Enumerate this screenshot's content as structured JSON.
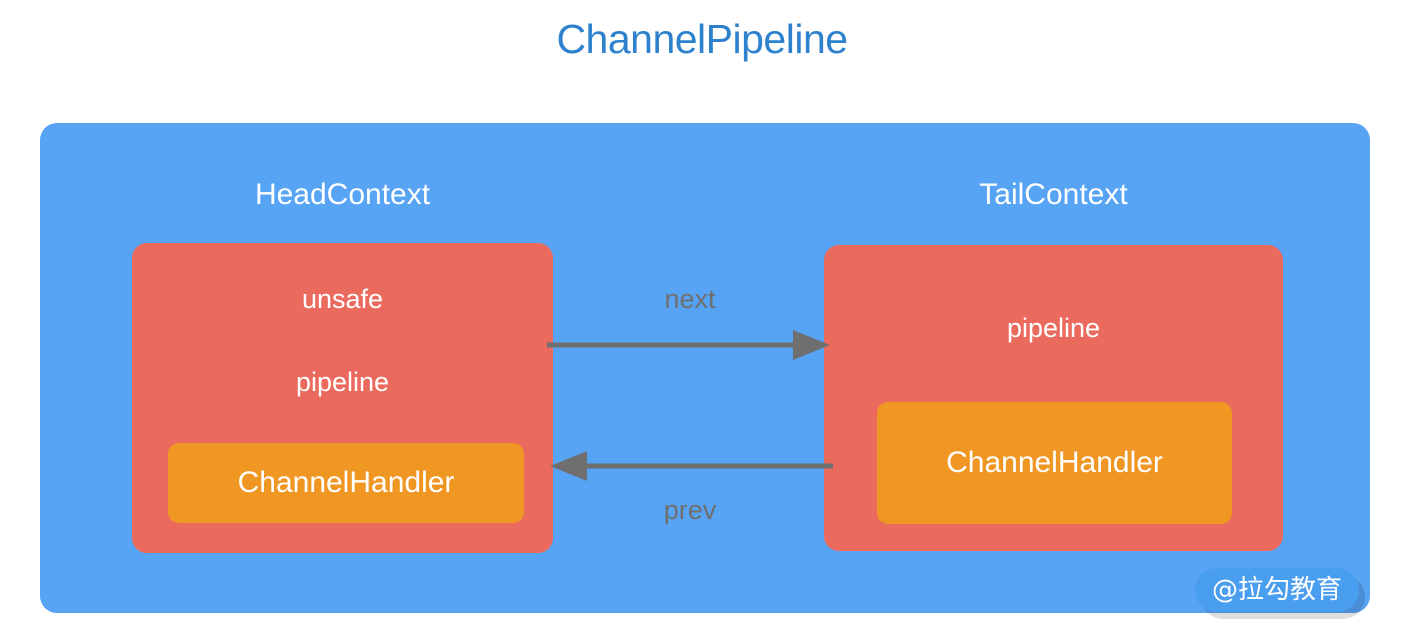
{
  "page": {
    "title": "ChannelPipeline",
    "background_color": "#ffffff",
    "title_color": "#2e82cd"
  },
  "pipeline": {
    "panel_color": "#57a4f5",
    "contexts": [
      {
        "id": "head",
        "title": "HeadContext",
        "box_color": "#eb6a5e",
        "fields": [
          "unsafe",
          "pipeline"
        ],
        "handler": {
          "label": "ChannelHandler",
          "color": "#f09623"
        }
      },
      {
        "id": "tail",
        "title": "TailContext",
        "box_color": "#eb6a5e",
        "fields": [
          "pipeline"
        ],
        "handler": {
          "label": "ChannelHandler",
          "color": "#f09623"
        }
      }
    ],
    "links": [
      {
        "id": "next",
        "label": "next",
        "direction": "right",
        "from": "HeadContext",
        "to": "TailContext",
        "color": "#6f6f6f"
      },
      {
        "id": "prev",
        "label": "prev",
        "direction": "left",
        "from": "TailContext",
        "to": "HeadContext",
        "color": "#6f6f6f"
      }
    ]
  },
  "watermark": {
    "text": "@拉勾教育",
    "badge_color": "#4a9ef0"
  }
}
